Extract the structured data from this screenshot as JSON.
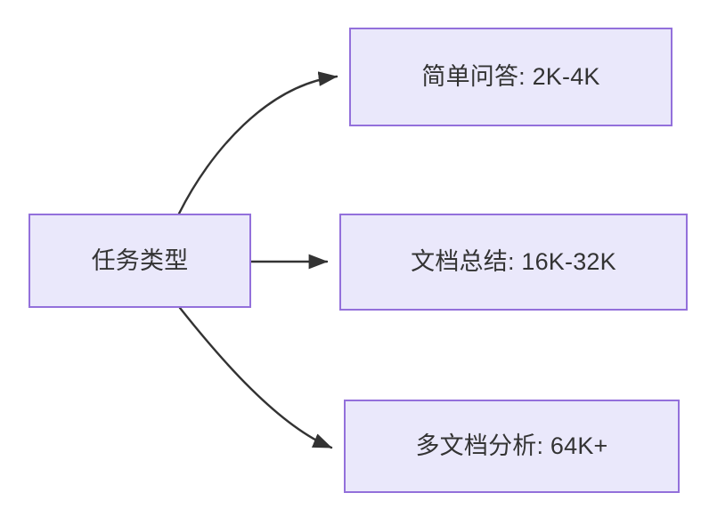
{
  "diagram": {
    "type": "flowchart",
    "direction": "left-to-right",
    "theme": {
      "node_fill": "#eae8fb",
      "node_border": "#9370db",
      "text_color": "#333333",
      "edge_color": "#333333",
      "background": "#ffffff"
    },
    "nodes": [
      {
        "id": "root",
        "label": "任务类型"
      },
      {
        "id": "simple-qa",
        "label": "简单问答: 2K-4K"
      },
      {
        "id": "doc-summary",
        "label": "文档总结: 16K-32K"
      },
      {
        "id": "multi-doc",
        "label": "多文档分析: 64K+"
      }
    ],
    "edges": [
      {
        "from": "root",
        "to": "simple-qa",
        "style": "curved",
        "arrow": "arrowhead-icon"
      },
      {
        "from": "root",
        "to": "doc-summary",
        "style": "straight",
        "arrow": "arrowhead-icon"
      },
      {
        "from": "root",
        "to": "multi-doc",
        "style": "curved",
        "arrow": "arrowhead-icon"
      }
    ]
  }
}
